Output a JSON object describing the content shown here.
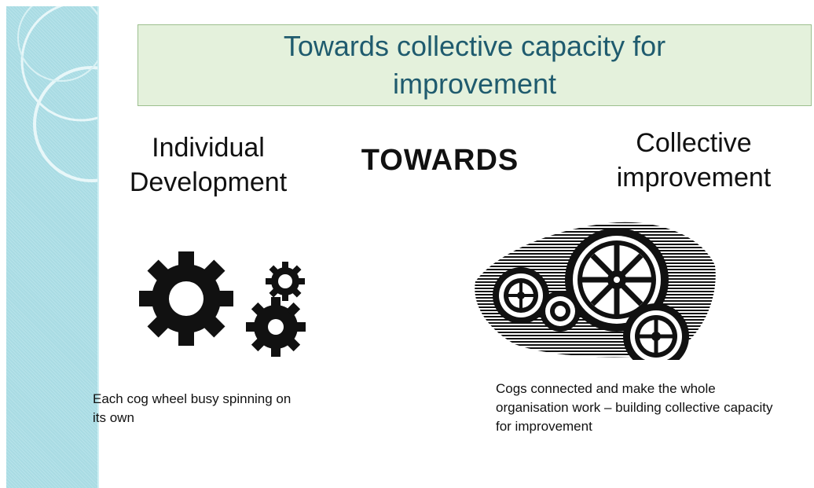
{
  "title": "Towards collective capacity for improvement",
  "left_heading": "Individual Development",
  "middle_label": "TOWARDS",
  "right_heading": "Collective improvement",
  "left_caption": "Each cog wheel busy spinning on its own",
  "right_caption": "Cogs connected and make the whole organisation work – building collective capacity for improvement",
  "colors": {
    "title_text": "#1f5b6e",
    "title_fill": "#e4f1dc",
    "sidebar": "#a9dbe3"
  },
  "icons": [
    "separate-cogs-icon",
    "connected-cogs-icon"
  ]
}
